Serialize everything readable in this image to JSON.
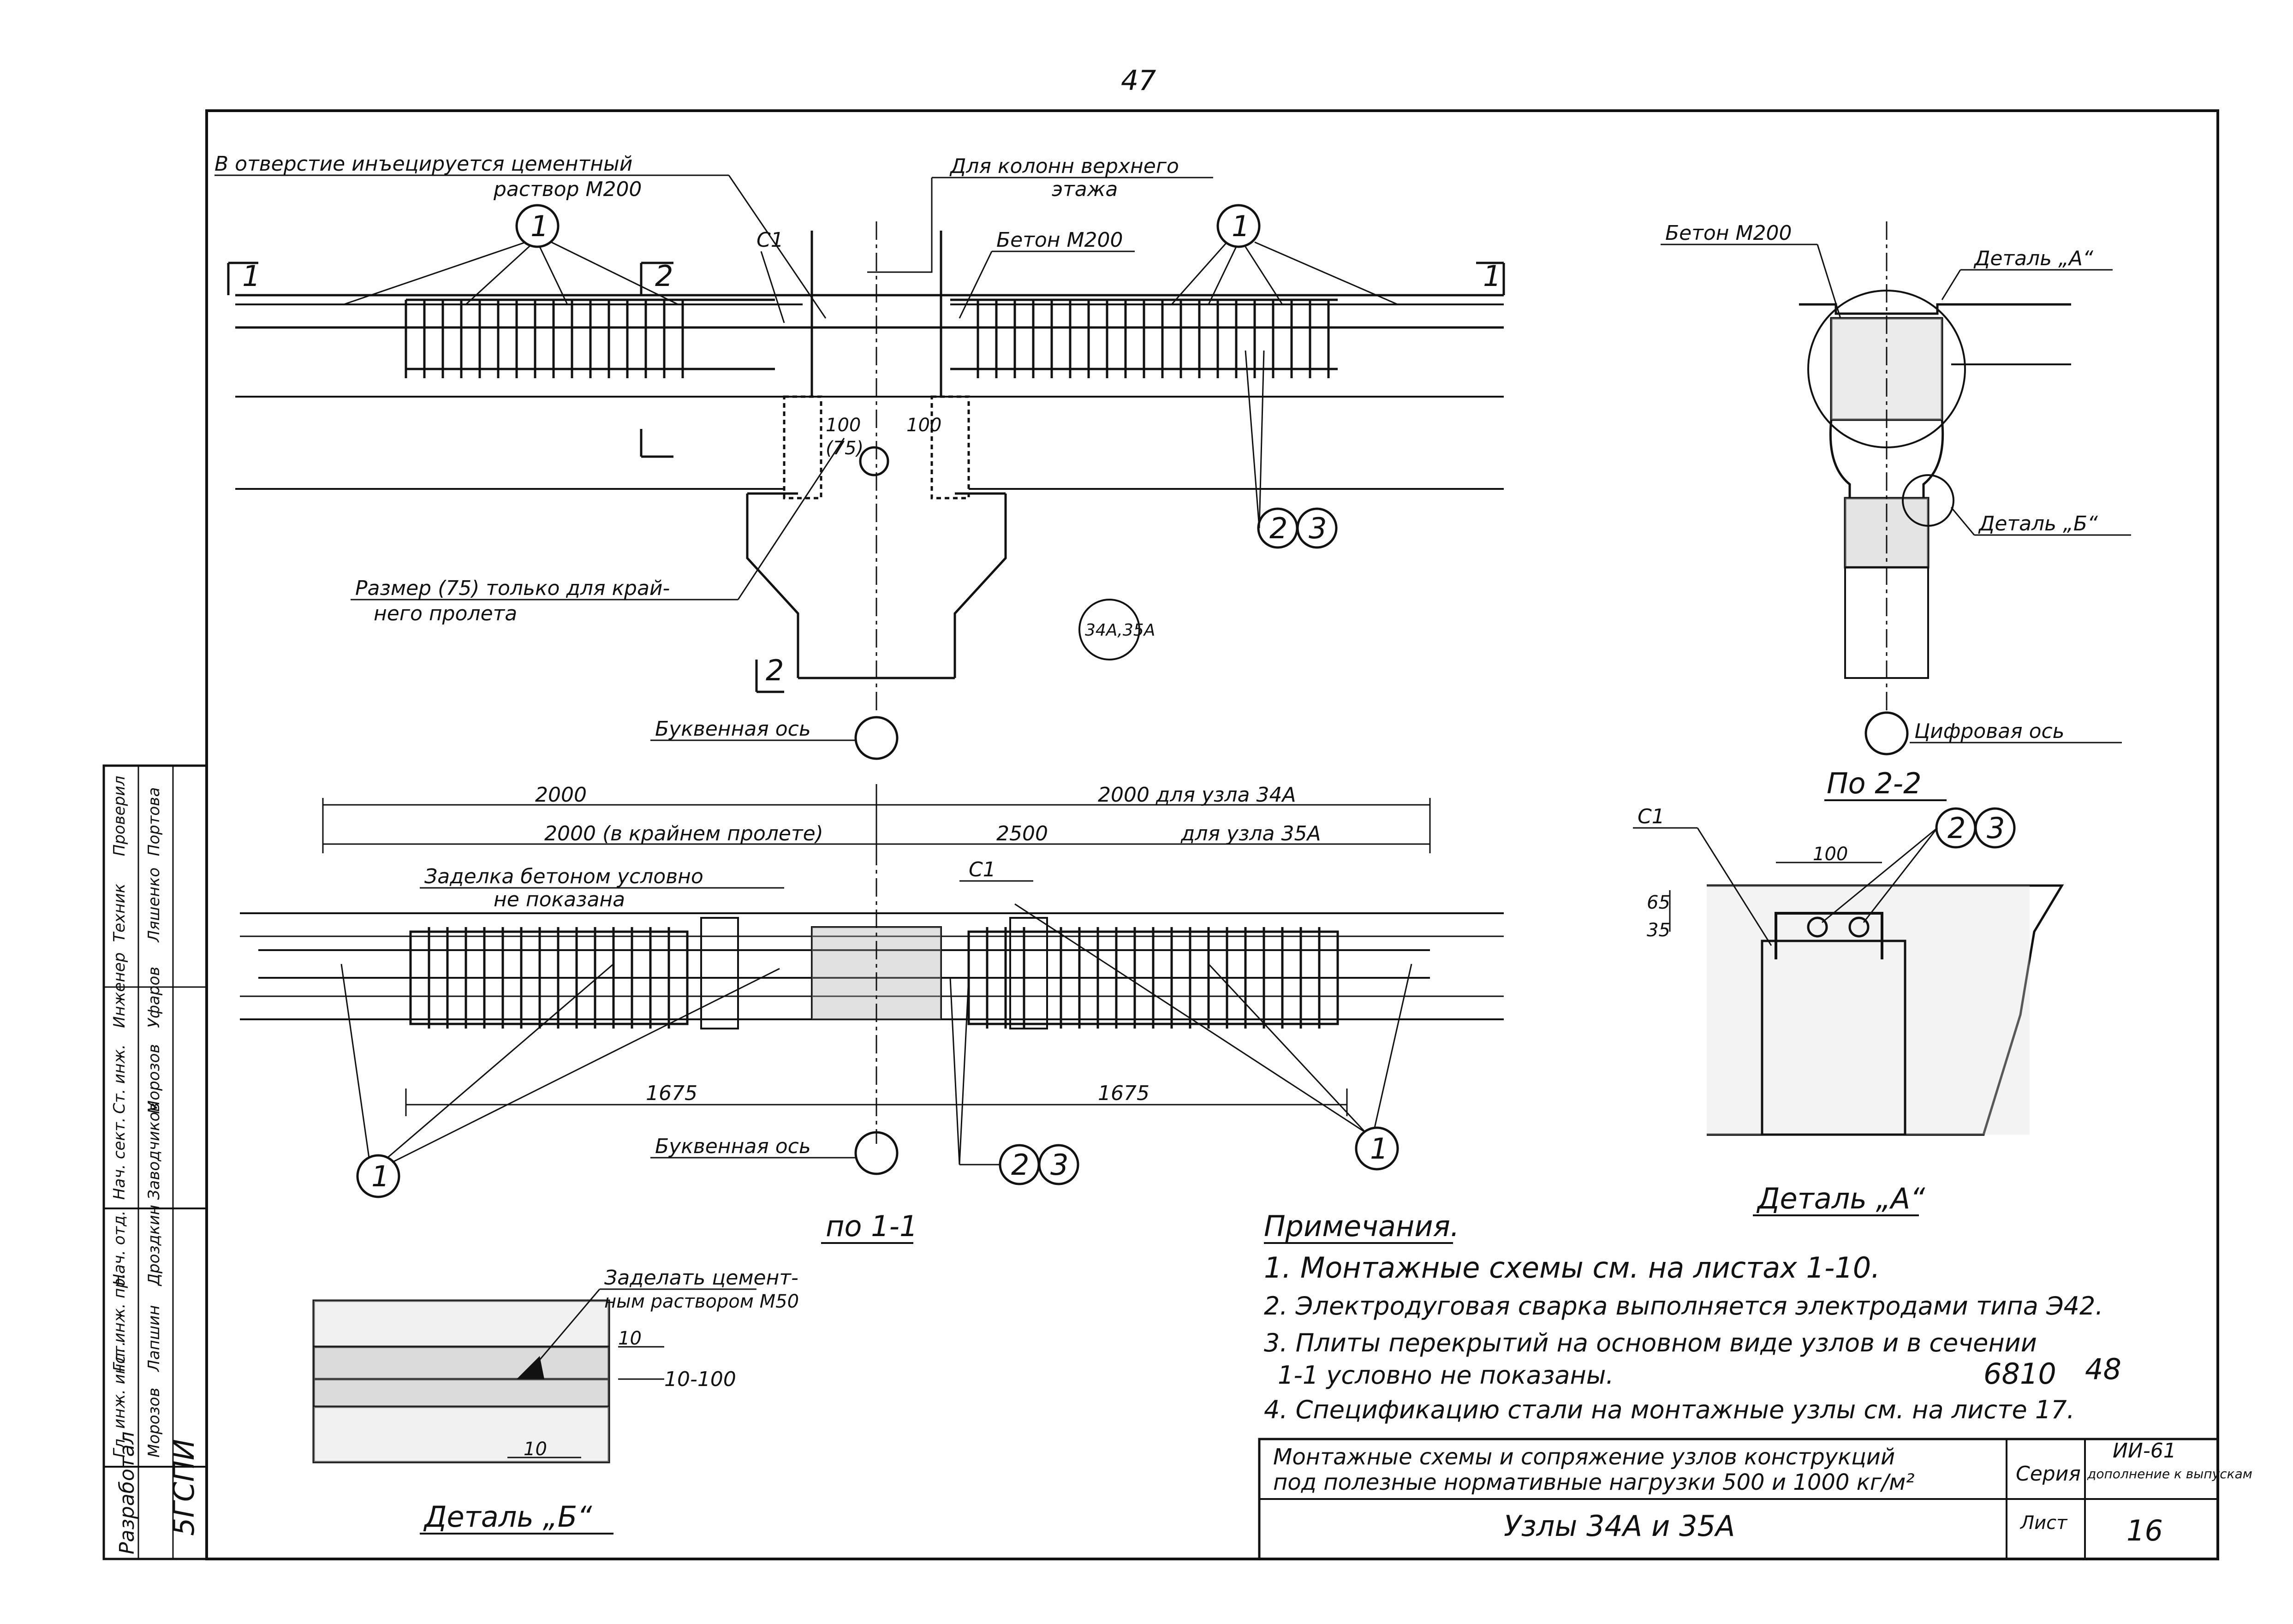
{
  "page_number": "47",
  "top_section": {
    "note_injection": "В отверстие инъецируется цементный",
    "note_injection_2": "раствор М200",
    "note_columns": "Для колонн верхнего",
    "note_columns_2": "этажа",
    "label_c1": "С1",
    "label_concrete": "Бетон М200",
    "dim_100_left": "100",
    "dim_75": "(75)",
    "dim_100_right": "100",
    "note_size": "Размер (75) только для край-",
    "note_size_2": "него пролета",
    "stamp": "34А,35А",
    "axis_letter": "Буквенная ось",
    "section_1": "1",
    "section_2": "2",
    "marker_1": "1",
    "marker_2": "2",
    "marker_3": "3"
  },
  "right_section": {
    "concrete": "Бетон М200",
    "detail_a": "Деталь „А“",
    "detail_b": "Деталь „Б“",
    "axis_digit": "Цифровая ось",
    "section_title": "По 2-2"
  },
  "plan": {
    "dim_2000_left": "2000",
    "dim_2000_right": "2000 для узла 34А",
    "dim_2000_edge": "2000 (в крайнем пролете)",
    "dim_2500": "2500",
    "dim_2500_note": "для узла 35А",
    "note_sealing": "Заделка бетоном условно",
    "note_sealing_2": "не показана",
    "label_c1": "С1",
    "dim_1675_left": "1675",
    "dim_1675_right": "1675",
    "axis_letter": "Буквенная ось",
    "section_title": "по 1-1"
  },
  "detail_a": {
    "label_c1": "С1",
    "dim_100": "100",
    "dim_35": "35",
    "dim_65": "65",
    "title": "Деталь „А“"
  },
  "detail_b": {
    "note": "Заделать цемент-",
    "note_2": "ным раствором М50",
    "dim_10": "10",
    "dim_10_100": "10-100",
    "dim_10b": "10",
    "title": "Деталь „Б“"
  },
  "notes": {
    "heading": "Примечания.",
    "items": [
      "1. Монтажные схемы см. на листах 1-10.",
      "2. Электродуговая сварка выполняется электродами типа Э42.",
      "3. Плиты перекрытий на основном виде узлов и в сечении",
      "1-1 условно не показаны.",
      "4. Спецификацию стали на монтажные узлы см. на листе 17."
    ],
    "code": "6810",
    "code_2": "48"
  },
  "title_block": {
    "description": "Монтажные схемы и сопряжение узлов конструкций",
    "description_2": "под полезные нормативные нагрузки 500 и 1000 кг/м²",
    "series_label": "Серия",
    "series_value": "ИИ-61",
    "series_note": "дополнение к выпускам",
    "node_title": "Узлы 34А и 35А",
    "sheet_label": "Лист",
    "sheet_number": "16"
  },
  "side_stamp": {
    "org": "5ГСПИ",
    "developed": "Разработал",
    "rows": [
      [
        "Гл. инж. инст.",
        "Морозов"
      ],
      [
        "Гл. инж. пр.",
        "Лапшин"
      ],
      [
        "Нач. отд.",
        "Дроздкин"
      ],
      [
        "Нач. сект.",
        "Заводчиков"
      ],
      [
        "Ст. инж.",
        "Морозов"
      ],
      [
        "Инженер",
        "Уфаров"
      ],
      [
        "Техник",
        "Ляшенко"
      ],
      [
        "Проверил",
        "Портова"
      ]
    ]
  }
}
